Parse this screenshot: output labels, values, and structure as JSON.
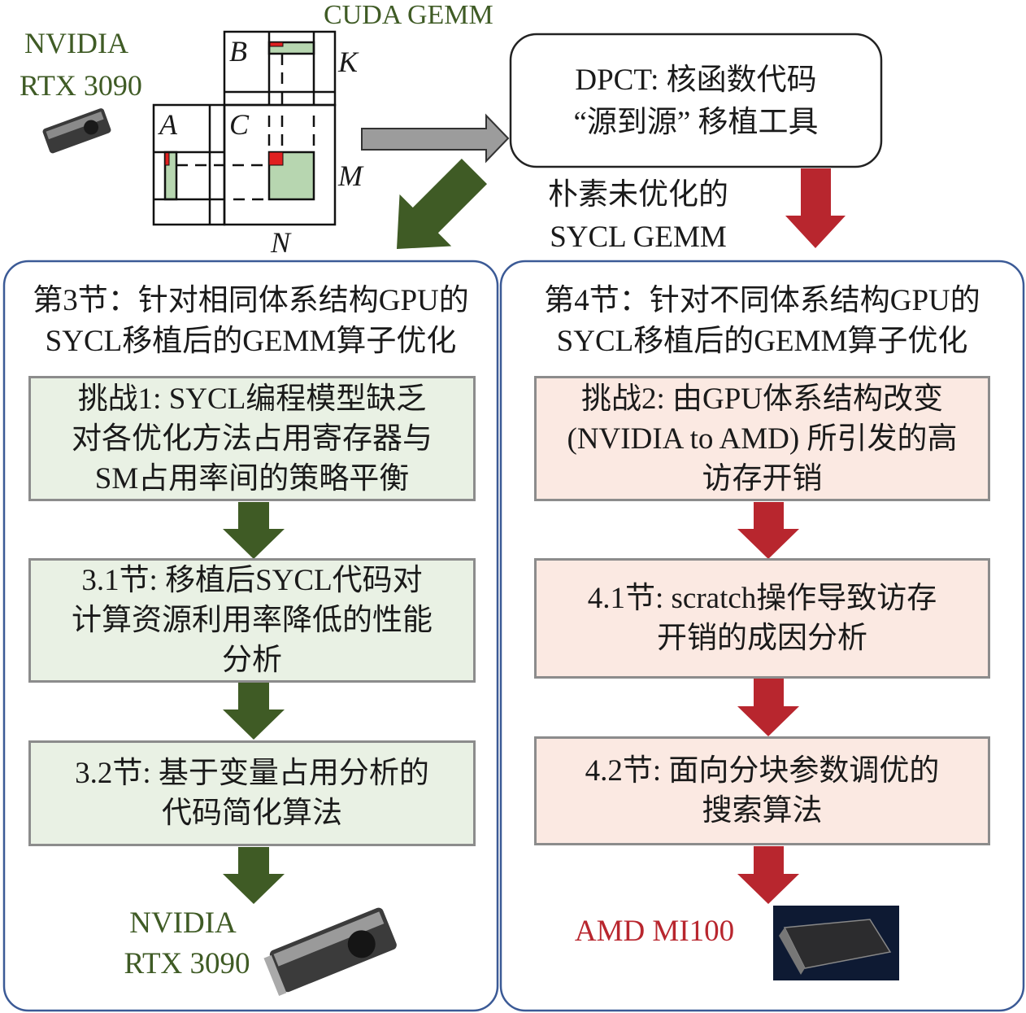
{
  "top": {
    "cuda_gemm": "CUDA GEMM",
    "source_gpu": [
      "NVIDIA",
      "RTX 3090"
    ],
    "matrix_labels": {
      "a": "A",
      "b": "B",
      "c": "C",
      "k": "K",
      "m": "M",
      "n": "N"
    },
    "dpct": [
      "DPCT: 核函数代码",
      "“源到源” 移植工具"
    ],
    "naive": [
      "朴素未优化的",
      "SYCL GEMM"
    ]
  },
  "left": {
    "title": [
      "第3节：针对相同体系结构GPU的",
      "SYCL移植后的GEMM算子优化"
    ],
    "boxes": [
      {
        "lines": [
          "挑战1: SYCL编程模型缺乏",
          "对各优化方法占用寄存器与",
          "SM占用率间的策略平衡"
        ]
      },
      {
        "lines": [
          "3.1节: 移植后SYCL代码对",
          "计算资源利用率降低的性能",
          "分析"
        ]
      },
      {
        "lines": [
          "3.2节: 基于变量占用分析的",
          "代码简化算法"
        ]
      }
    ],
    "target": [
      "NVIDIA",
      "RTX 3090"
    ]
  },
  "right": {
    "title": [
      "第4节：针对不同体系结构GPU的",
      "SYCL移植后的GEMM算子优化"
    ],
    "boxes": [
      {
        "lines": [
          "挑战2: 由GPU体系结构改变",
          "(NVIDIA to AMD) 所引发的高",
          "访存开销"
        ]
      },
      {
        "lines": [
          "4.1节: scratch操作导致访存",
          "开销的成因分析"
        ]
      },
      {
        "lines": [
          "4.2节: 面向分块参数调优的",
          "搜索算法"
        ]
      }
    ],
    "target": "AMD MI100"
  },
  "colors": {
    "green": "#3f5b25",
    "red": "#b8262e",
    "panel_border": "#3b5a96",
    "green_box": "#e9f1e4",
    "red_box": "#fbe9e2"
  }
}
